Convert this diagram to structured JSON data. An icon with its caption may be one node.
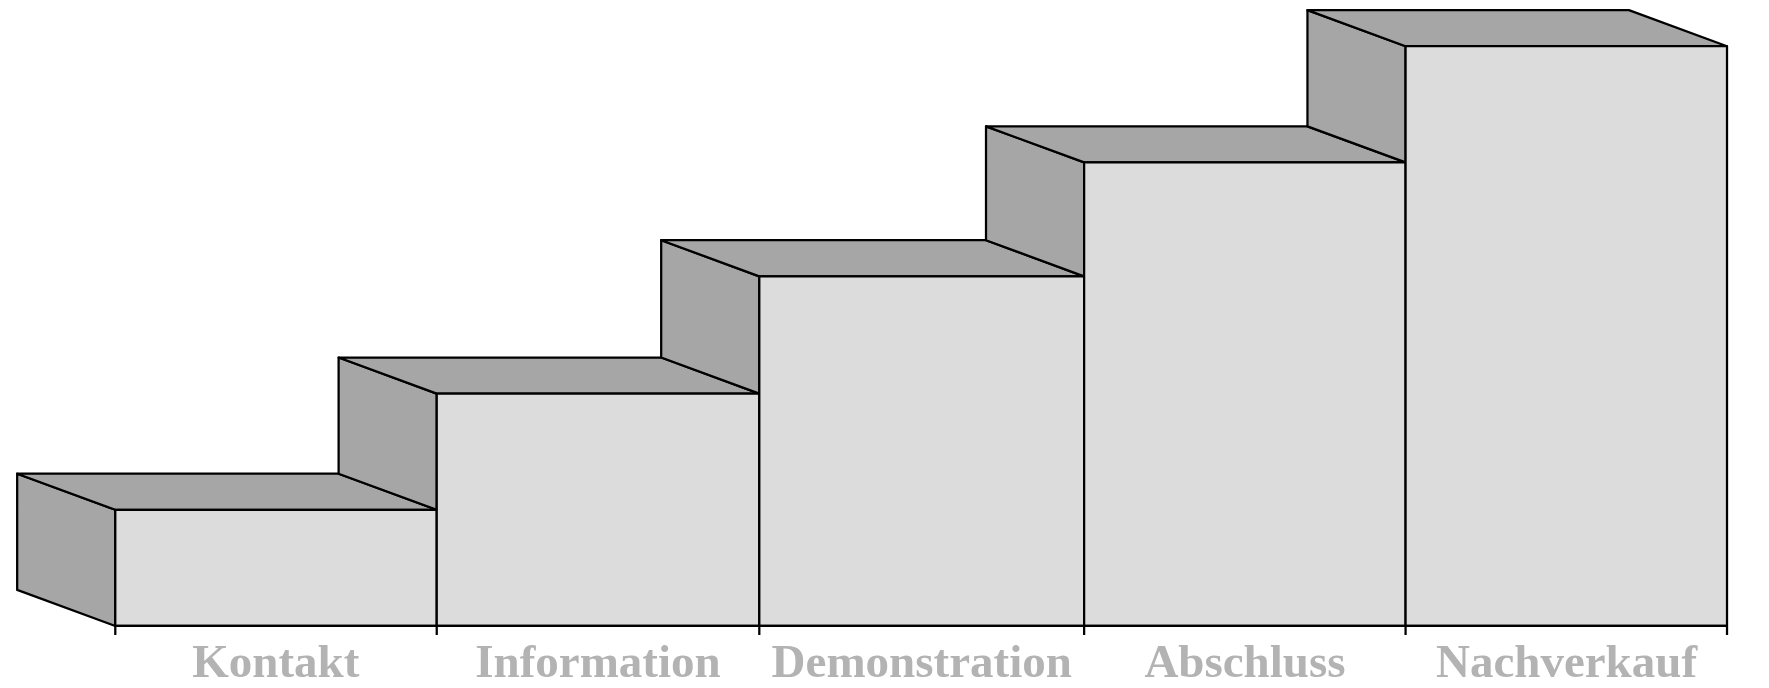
{
  "diagram": {
    "labels": [
      "Kontakt",
      "Information",
      "Demonstration",
      "Abschluss",
      "Nachverkauf"
    ]
  }
}
